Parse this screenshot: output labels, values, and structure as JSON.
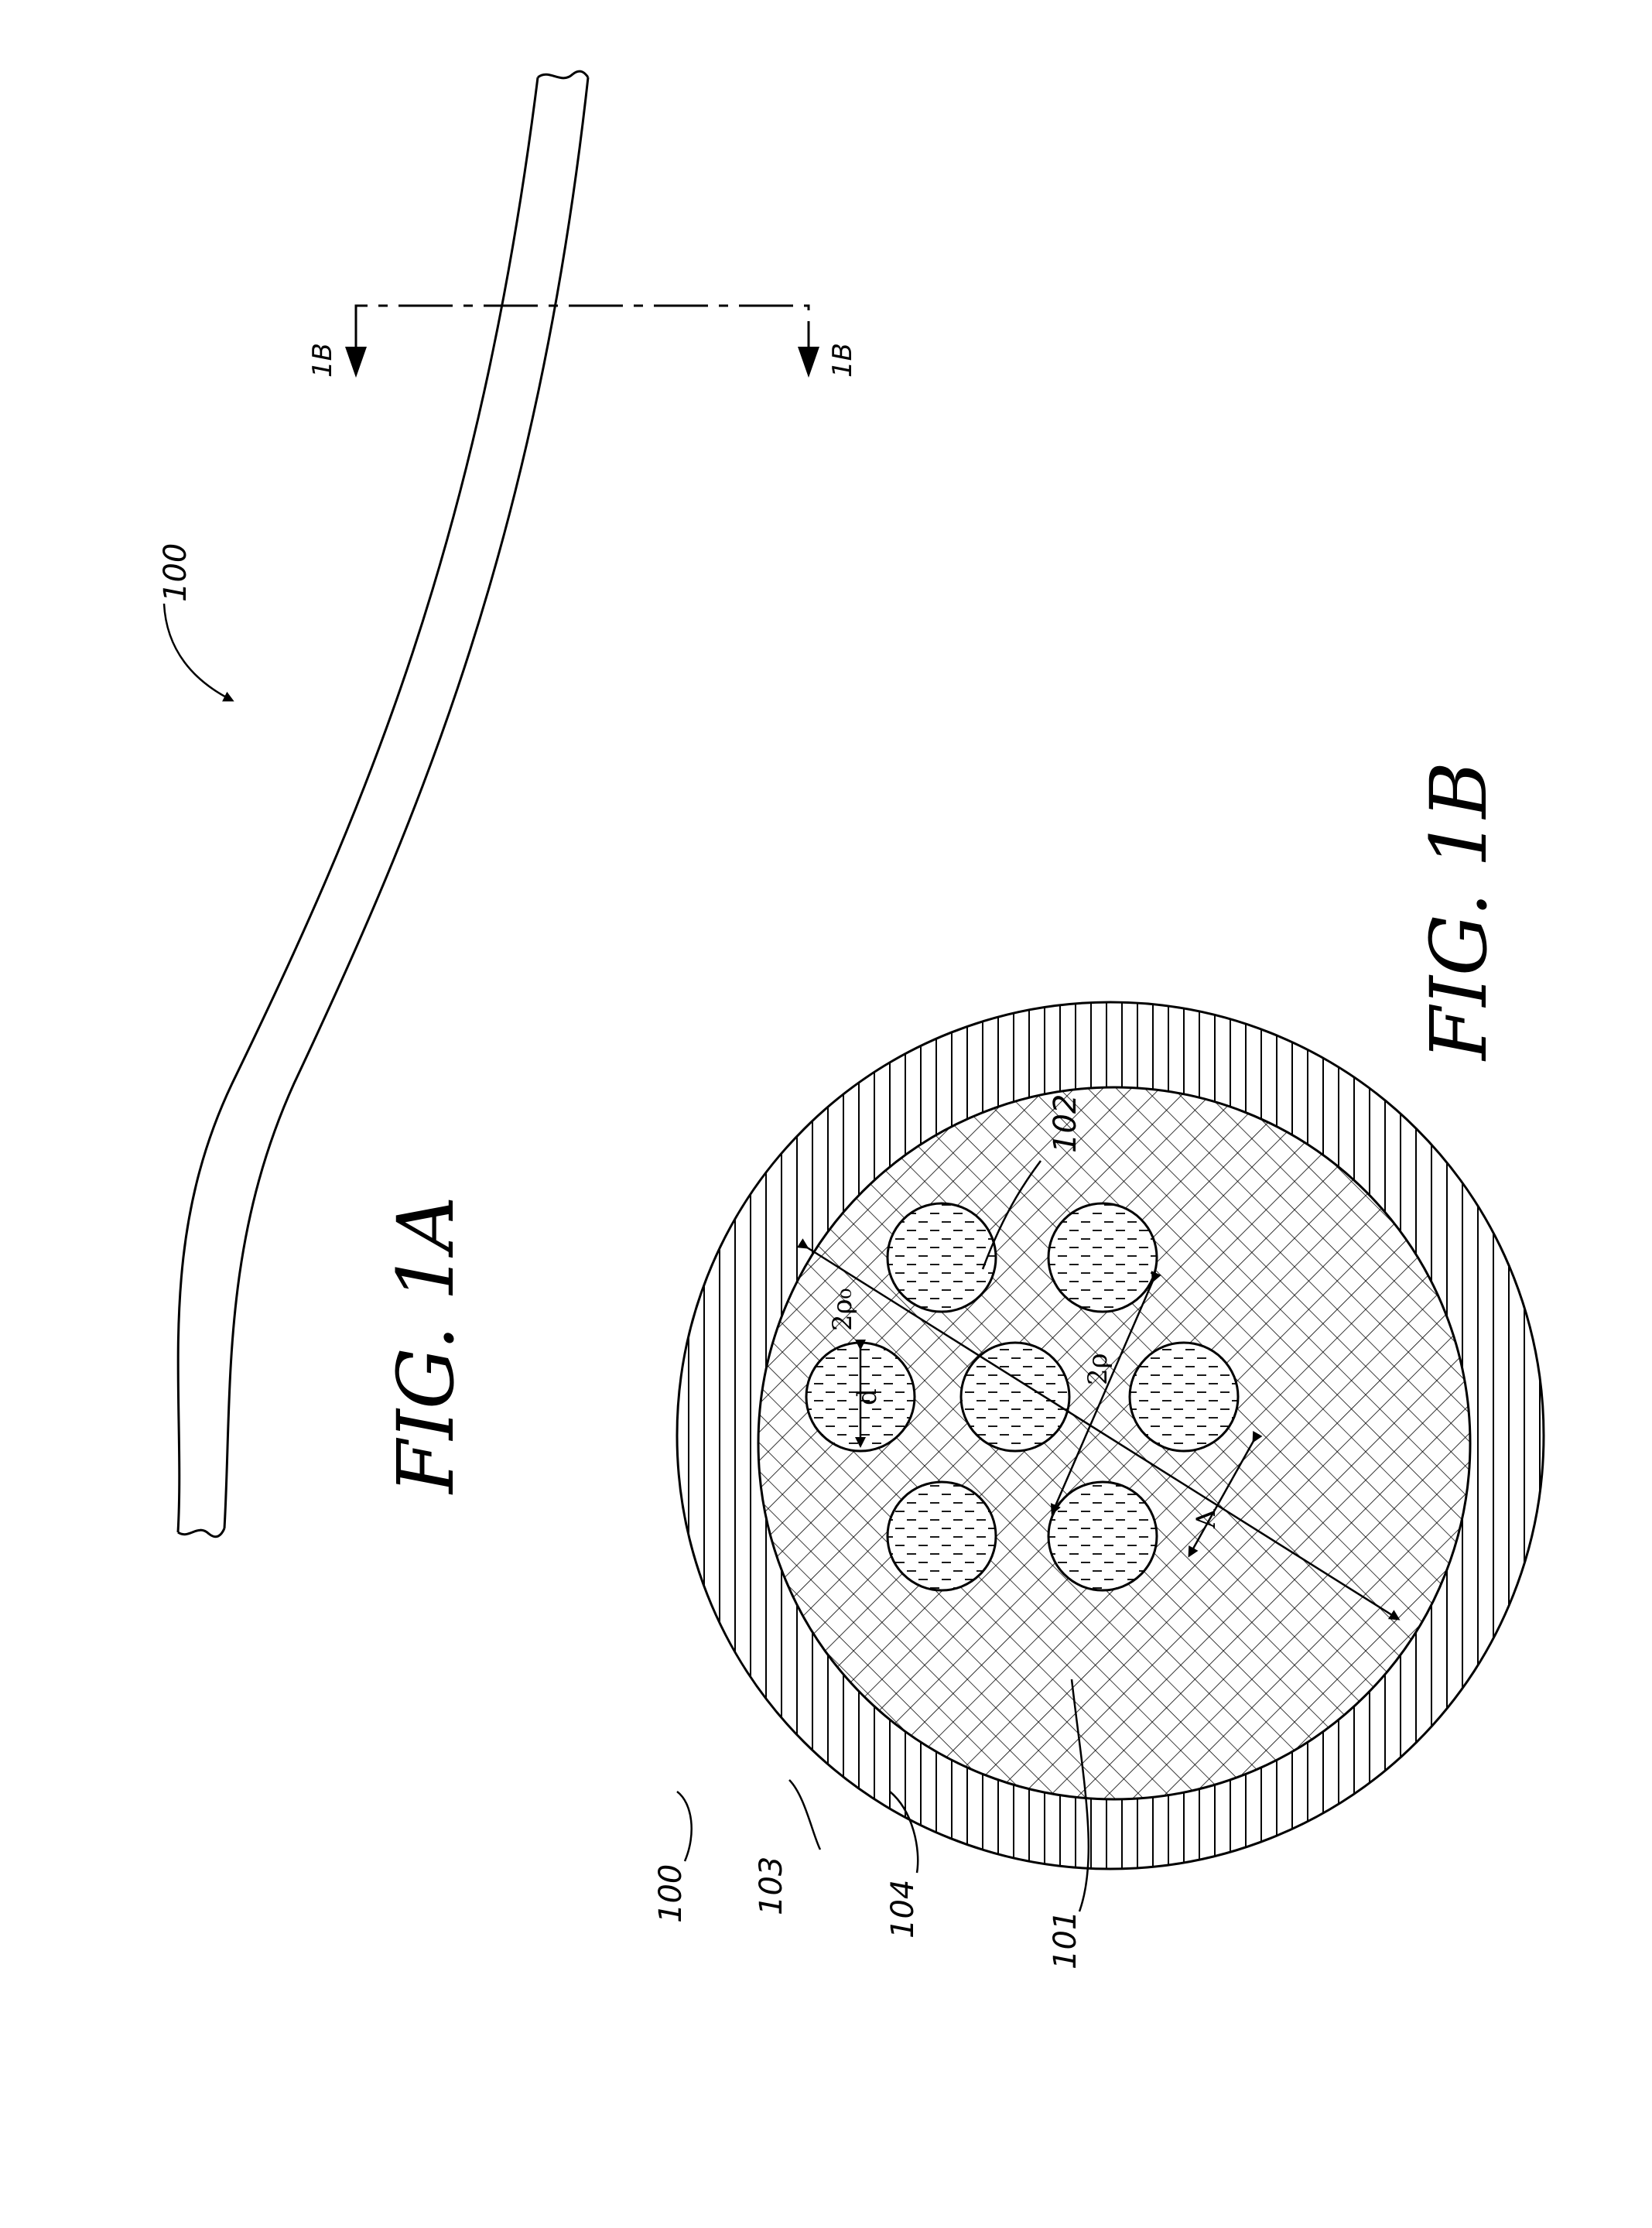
{
  "figures": {
    "fig_1a": {
      "caption": "FIG. 1A"
    },
    "fig_1b": {
      "caption": "FIG. 1B"
    }
  },
  "section_labels": {
    "left": "1B",
    "right": "1B"
  },
  "reference_numerals": {
    "fiber_1a": "100",
    "fiber_1b": "100",
    "core_region": "101",
    "rods": "102",
    "inner_cladding": "103",
    "outer_cladding": "104"
  },
  "dimension_labels": {
    "rod_diameter": "d",
    "inner_diameter": "2ρ",
    "outer_diameter": "2ρ₀",
    "pitch": "Λ"
  },
  "colors": {
    "ink": "#000000",
    "paper": "#ffffff"
  }
}
